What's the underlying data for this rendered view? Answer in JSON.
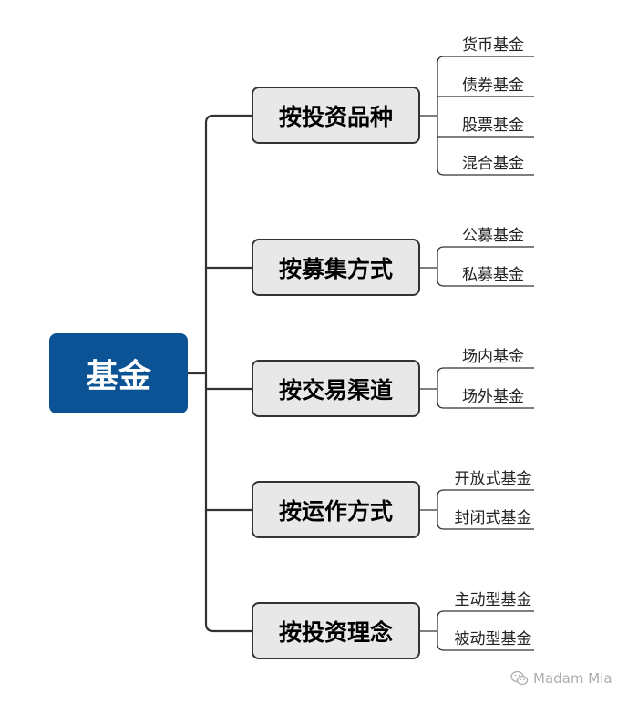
{
  "root": {
    "label": "基金"
  },
  "categories": [
    {
      "label": "按投资品种",
      "items": [
        "货币基金",
        "债券基金",
        "股票基金",
        "混合基金"
      ]
    },
    {
      "label": "按募集方式",
      "items": [
        "公募基金",
        "私募基金"
      ]
    },
    {
      "label": "按交易渠道",
      "items": [
        "场内基金",
        "场外基金"
      ]
    },
    {
      "label": "按运作方式",
      "items": [
        "开放式基金",
        "封闭式基金"
      ]
    },
    {
      "label": "按投资理念",
      "items": [
        "主动型基金",
        "被动型基金"
      ]
    }
  ],
  "watermark": {
    "text": "Madam Mia",
    "icon": "wechat-icon"
  },
  "colors": {
    "root": "#0b5394",
    "category_fill": "#e8e8e8",
    "line": "#333333"
  }
}
